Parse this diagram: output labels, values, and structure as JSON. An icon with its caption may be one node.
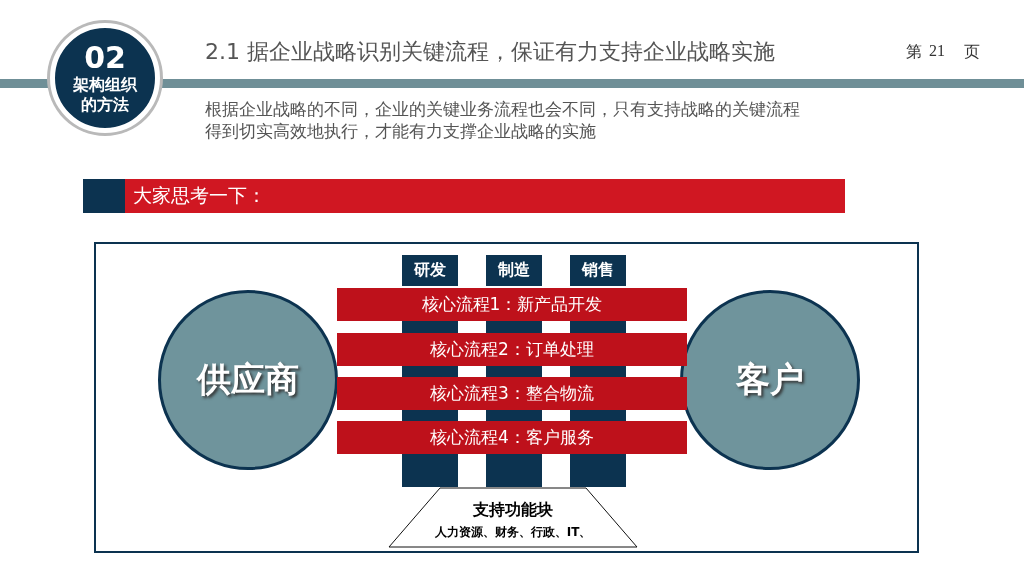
{
  "diagram": {
    "title": "2.1 据企业战略识别关键流程，保证有力支持企业战略实施",
    "nodes": [
      {
        "text": [
          "02",
          "架构组织的方法"
        ]
      },
      {
        "text": [
          "大家思考一下："
        ]
      },
      {
        "text": [
          "供应商"
        ]
      },
      {
        "text": [
          "研发"
        ]
      },
      {
        "text": [
          "制造"
        ]
      },
      {
        "text": [
          "销售"
        ]
      },
      {
        "text": [
          "核心流程1：新产品开发"
        ]
      },
      {
        "text": [
          "核心流程2：订单处理"
        ]
      },
      {
        "text": [
          "核心流程3：整合物流"
        ]
      },
      {
        "text": [
          "核心流程4：客户服务"
        ]
      },
      {
        "text": [
          "客户"
        ]
      },
      {
        "text": [
          "支持功能块",
          "人力资源、财务、行政、IT、"
        ]
      }
    ],
    "labels": [
      "第",
      "21",
      "页",
      "根据企业战略的不同，企业的关键业务流程也会不同，只有支持战略的关键流程得到切实高效地执行，才能有力支撑企业战略的实施"
    ]
  }
}
